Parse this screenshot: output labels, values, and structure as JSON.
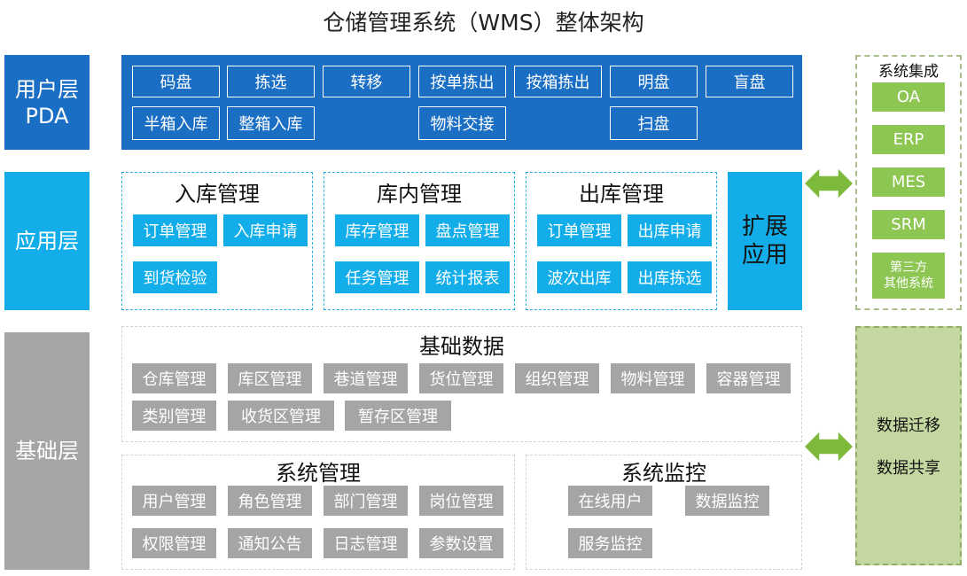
{
  "title": "仓储管理系统（WMS）整体架构",
  "layers": {
    "user": "用户层\nPDA",
    "app": "应用层",
    "base": "基础层"
  },
  "user_layer": {
    "row1": [
      "码盘",
      "拣选",
      "转移",
      "按单拣出",
      "按箱拣出",
      "明盘",
      "盲盘"
    ],
    "row2": [
      "半箱入库",
      "整箱入库",
      "物料交接",
      "扫盘"
    ]
  },
  "app_layer": {
    "inbound": {
      "title": "入库管理",
      "items": [
        "订单管理",
        "入库申请",
        "到货检验"
      ]
    },
    "inventory": {
      "title": "库内管理",
      "items": [
        "库存管理",
        "盘点管理",
        "任务管理",
        "统计报表"
      ]
    },
    "outbound": {
      "title": "出库管理",
      "items": [
        "订单管理",
        "出库申请",
        "波次出库",
        "出库拣选"
      ]
    },
    "extension": "扩展\n应用"
  },
  "base_layer": {
    "basic_data": {
      "title": "基础数据",
      "row1": [
        "仓库管理",
        "库区管理",
        "巷道管理",
        "货位管理",
        "组织管理",
        "物料管理",
        "容器管理"
      ],
      "row2": [
        "类别管理",
        "收货区管理",
        "暂存区管理"
      ]
    },
    "sys_mgmt": {
      "title": "系统管理",
      "row1": [
        "用户管理",
        "角色管理",
        "部门管理",
        "岗位管理"
      ],
      "row2": [
        "权限管理",
        "通知公告",
        "日志管理",
        "参数设置"
      ]
    },
    "sys_monitor": {
      "title": "系统监控",
      "items": [
        "在线用户",
        "数据监控",
        "服务监控"
      ]
    }
  },
  "integration": {
    "title": "系统集成",
    "items": [
      "OA",
      "ERP",
      "MES",
      "SRM"
    ],
    "other": "第三方\n其他系统"
  },
  "data_exchange": [
    "数据迁移",
    "数据共享"
  ],
  "colors": {
    "user_blue": "#1a6fc4",
    "app_blue": "#13aeea",
    "base_gray": "#a5a5a5",
    "integration_green": "#8dc652",
    "arrow_green": "#7dba3c"
  }
}
